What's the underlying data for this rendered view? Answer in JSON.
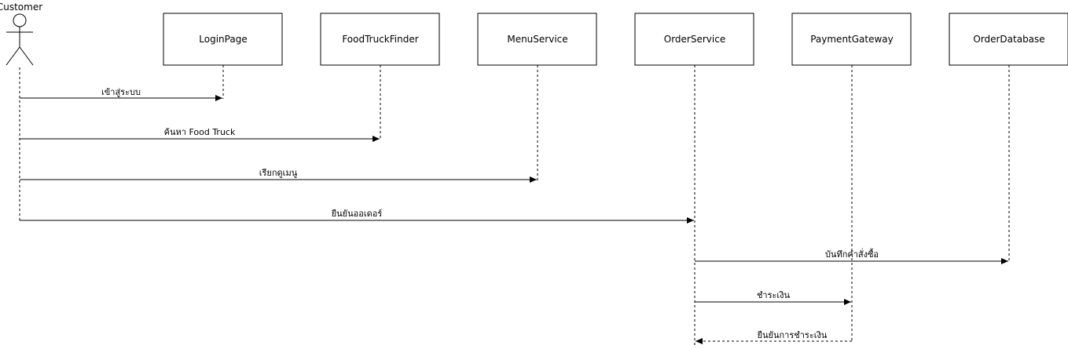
{
  "actor": {
    "label": "Customer"
  },
  "participants": [
    {
      "id": "login",
      "label": "LoginPage"
    },
    {
      "id": "finder",
      "label": "FoodTruckFinder"
    },
    {
      "id": "menu",
      "label": "MenuService"
    },
    {
      "id": "order",
      "label": "OrderService"
    },
    {
      "id": "payment",
      "label": "PaymentGateway"
    },
    {
      "id": "db",
      "label": "OrderDatabase"
    }
  ],
  "messages": [
    {
      "from": "customer",
      "to": "login",
      "label": "เข้าสู่ระบบ",
      "style": "sync"
    },
    {
      "from": "customer",
      "to": "finder",
      "label": "ค้นหา Food Truck",
      "style": "sync"
    },
    {
      "from": "customer",
      "to": "menu",
      "label": "เรียกดูเมนู",
      "style": "sync"
    },
    {
      "from": "customer",
      "to": "order",
      "label": "ยืนยันออเดอร์",
      "style": "sync"
    },
    {
      "from": "order",
      "to": "db",
      "label": "บันทึกคำสั่งซื้อ",
      "style": "sync"
    },
    {
      "from": "order",
      "to": "payment",
      "label": "ชำระเงิน",
      "style": "sync"
    },
    {
      "from": "payment",
      "to": "order",
      "label": "ยืนยันการชำระเงิน",
      "style": "return"
    }
  ],
  "colors": {
    "line": "#000000",
    "box_fill": "#ffffff",
    "text": "#000000"
  }
}
